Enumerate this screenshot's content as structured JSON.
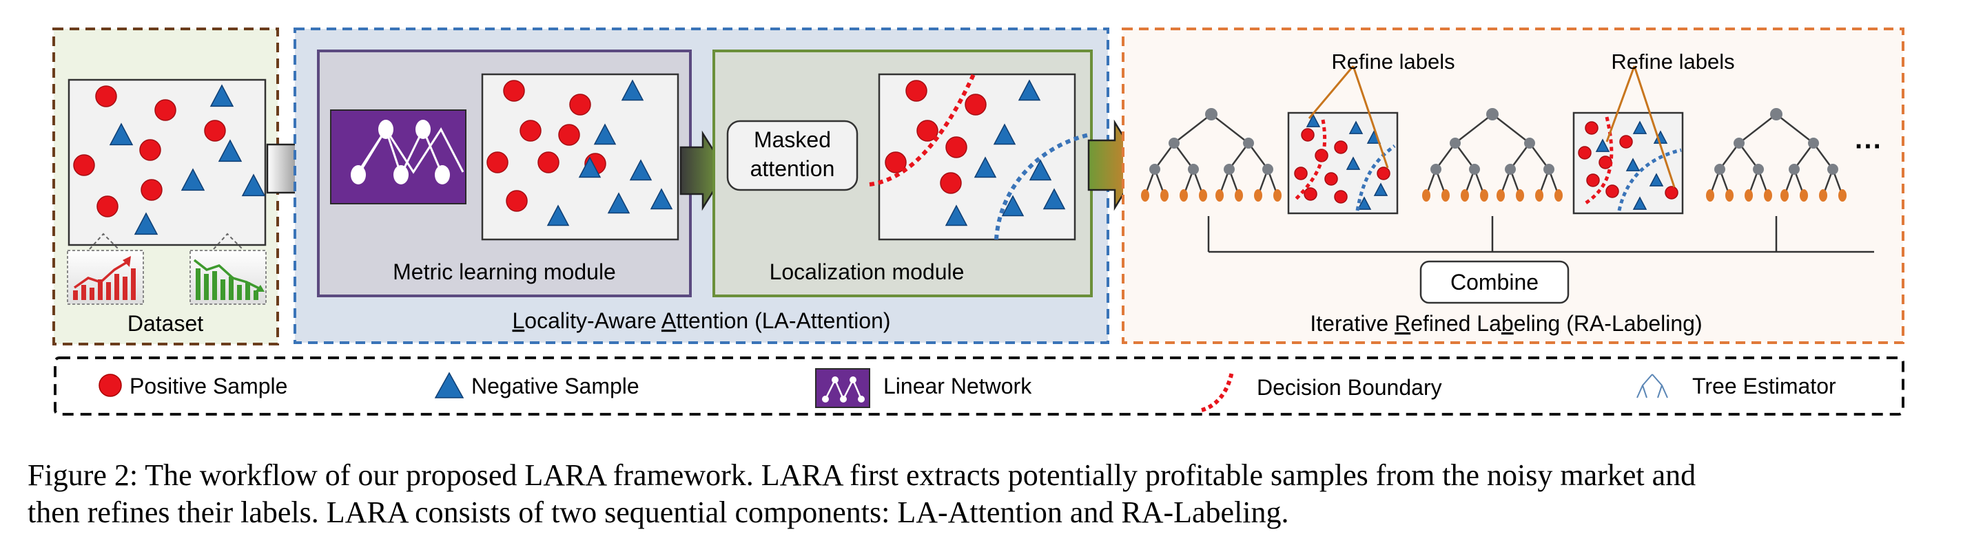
{
  "panels": {
    "dataset": {
      "label": "Dataset"
    },
    "la_attention": {
      "label_parts": [
        "",
        "L",
        "ocality-Aware ",
        "A",
        "ttention (LA-Attention)"
      ],
      "metric_module": "Metric learning module",
      "localization_module": "Localization module",
      "masked_attention": [
        "Masked",
        "attention"
      ]
    },
    "ra_labeling": {
      "label_parts": [
        "Iterative ",
        "R",
        "efined La",
        "b",
        "eling (RA-Labeling)"
      ],
      "refine_labels": "Refine labels",
      "combine": "Combine",
      "ellipsis": "···"
    }
  },
  "legend": {
    "positive": "Positive Sample",
    "negative": "Negative Sample",
    "linear_network": "Linear Network",
    "decision_boundary": "Decision Boundary",
    "tree_estimator": "Tree Estimator"
  },
  "caption": {
    "line1": "Figure 2: The workflow of our proposed LARA framework.  LARA first extracts potentially profitable samples from the noisy market and",
    "line2": "then refines their labels. LARA consists of two sequential components: LA-Attention and RA-Labeling."
  },
  "colors": {
    "positive": "#e8141c",
    "negative": "#1f6fb8",
    "linear_network": "#6a2c91",
    "dataset_border": "#6b3d1c",
    "la_border": "#3a74b8",
    "metric_border": "#5b4a80",
    "localization_border": "#6b8f3a",
    "ra_border": "#e07a3a",
    "tree_node": "#7a7f86",
    "tree_leaf": "#e07a2a"
  }
}
